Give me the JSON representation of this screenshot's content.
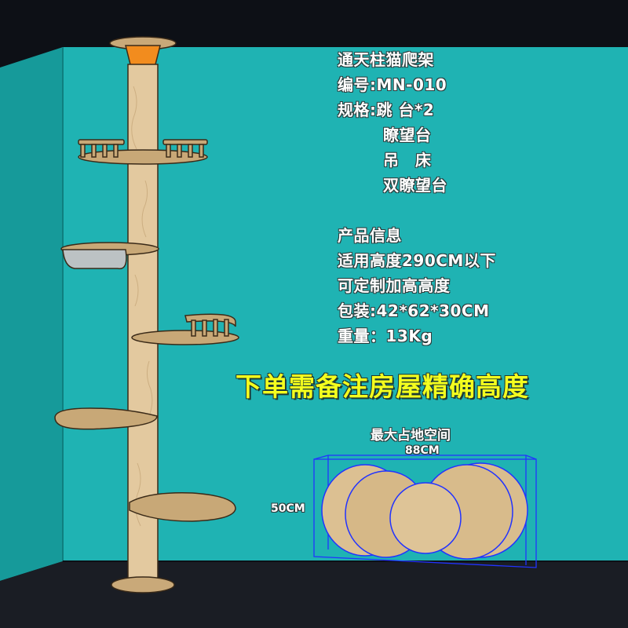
{
  "product": {
    "title": "通天柱猫爬架",
    "model_line": "编号:MN-010",
    "spec_line": "规格:跳 台*2",
    "spec_items": [
      "瞭望台",
      "吊　床",
      "双瞭望台"
    ],
    "info_title": "产品信息",
    "info_lines": [
      "适用高度290CM以下",
      "可定制加高高度",
      "包装:42*62*30CM",
      "重量：13Kg"
    ]
  },
  "banner": "下单需备注房屋精确高度",
  "footprint": {
    "title": "最大占地空间",
    "width_label": "88CM",
    "depth_label": "50CM"
  },
  "colors": {
    "wall": "#1fb3b3",
    "floor": "#1a1d24",
    "banner_text": "#f4ff1e",
    "post_fabric": "#e3c99f",
    "platform": "#c8a877",
    "cap": "#f28c1e",
    "box_outline": "#2233ff"
  }
}
